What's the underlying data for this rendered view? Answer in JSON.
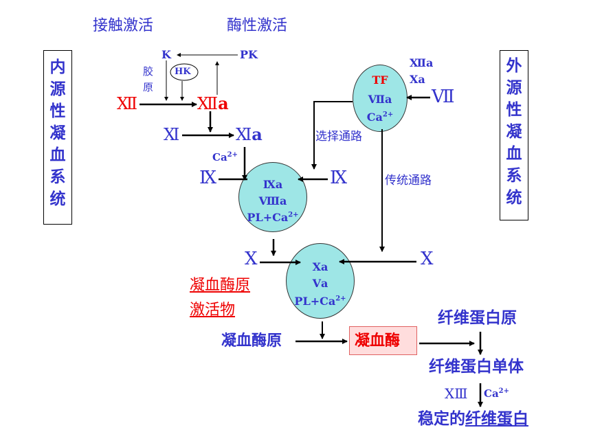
{
  "headers": {
    "contact": "接触激活",
    "enzyme": "酶性激活"
  },
  "left_box": [
    "内",
    "源",
    "性",
    "凝",
    "血",
    "系",
    "统"
  ],
  "right_box": [
    "外",
    "源",
    "性",
    "凝",
    "血",
    "系",
    "统"
  ],
  "top": {
    "k": "K",
    "pk": "PK",
    "collagen": [
      "胶",
      "原"
    ],
    "hk": "HK",
    "xii": "Ⅻ",
    "xiia_roman": "Ⅻ",
    "xiia_a": "a",
    "xi": "Ⅺ",
    "xia_roman": "Ⅺ",
    "xia_a": "a",
    "ca_ion": "Ca",
    "ca_charge": "2+",
    "ix": "Ⅸ",
    "ix_right": "Ⅸ"
  },
  "circle1": {
    "l1": "Ⅸa",
    "l2": "Ⅷa",
    "l3": "PL+Ca",
    "l3_sup": "2+"
  },
  "circle_tf": {
    "l1": "TF",
    "l2": "Ⅶa",
    "l3": "Ca",
    "l3_sup": "2+"
  },
  "extrinsic": {
    "xiia": "Ⅻa",
    "xa": "Ⅹa",
    "vii": "Ⅶ",
    "select_path": "选择通路",
    "classic_path": "传统通路"
  },
  "circle2": {
    "l1": "Ⅹa",
    "l2": "Ⅴa",
    "l3": "PL+Ca",
    "l3_sup": "2+"
  },
  "x_left": "Ⅹ",
  "x_right": "Ⅹ",
  "activator_l1": "凝血酶原",
  "activator_l2": "激活物",
  "prothrombin": "凝血酶原",
  "thrombin": "凝血酶",
  "fibrinogen": "纤维蛋白原",
  "fibrin_monomer": "纤维蛋白单体",
  "xiii": "ⅩⅢ",
  "ca_bottom": "Ca",
  "ca_bottom_sup": "2+",
  "stable_prefix": "稳定的",
  "stable_fibrin": "纤维蛋白"
}
